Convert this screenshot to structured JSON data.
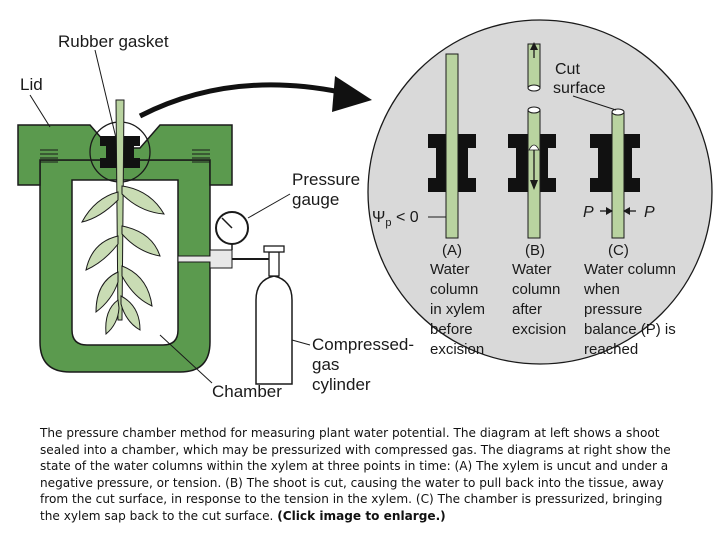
{
  "labels": {
    "rubber_gasket": "Rubber gasket",
    "lid": "Lid",
    "pressure": "Pressure",
    "gauge": "gauge",
    "compressed": "Compressed-",
    "gas": "gas",
    "cylinder": "cylinder",
    "chamber": "Chamber",
    "cut": "Cut",
    "surface": "surface",
    "psi": "Ψ",
    "psi_sub": "p",
    "psi_rest": " < 0",
    "p_left": "P",
    "p_right": "P"
  },
  "panels": {
    "a": {
      "id": "(A)",
      "lines": [
        "Water",
        "column",
        "in xylem",
        "before",
        "excision"
      ]
    },
    "b": {
      "id": "(B)",
      "lines": [
        "Water",
        "column",
        "after",
        "excision"
      ]
    },
    "c": {
      "id": "(C)",
      "lines": [
        "Water column",
        "when",
        "pressure",
        "balance (P) is",
        "reached"
      ]
    }
  },
  "caption": {
    "text": "The pressure chamber method for measuring plant water potential. The diagram at left shows a shoot sealed into a chamber, which may be pressurized with compressed gas. The diagrams at right show the state of the water columns within the xylem at three points in time: (A) The xylem is uncut and under a negative pressure, or tension. (B) The shoot is cut, causing the water to pull back into the tissue, away from the cut surface, in response to the tension in the xylem. (C) The chamber is pressurized, bringing the xylem sap back to the cut surface.",
    "enlarge": "(Click image to enlarge.)"
  },
  "colors": {
    "chamber_green": "#5b9a4e",
    "stem_green": "#b9d3a0",
    "circle_gray": "#d9d9d9",
    "gasket_black": "#111111"
  }
}
